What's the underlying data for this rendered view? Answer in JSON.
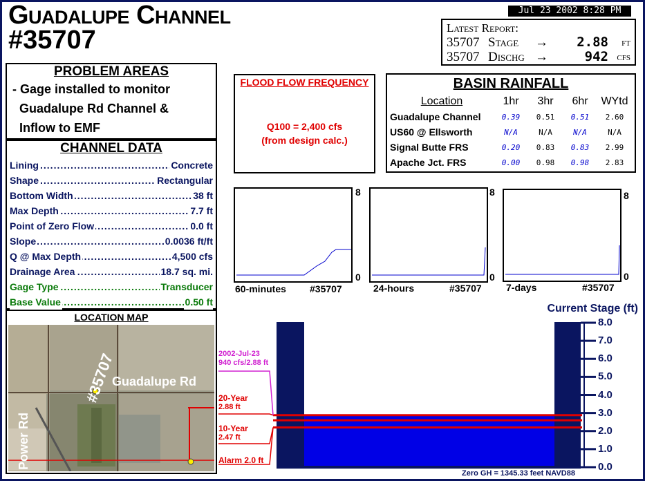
{
  "header": {
    "title_line1": "Guadalupe Channel",
    "title_line2": "#35707",
    "datetime": "Jul 23 2002  8:28 PM"
  },
  "latest_report": {
    "heading": "Latest Report:",
    "stage": {
      "id": "35707",
      "label": "Stage",
      "arrow": "→",
      "value": "2.88",
      "unit": "FT"
    },
    "discharge": {
      "id": "35707",
      "label": "Dischg",
      "arrow": "→",
      "value": "942",
      "unit": "CFS"
    }
  },
  "problem_areas": {
    "heading": "PROBLEM AREAS",
    "line1": "- Gage installed to monitor",
    "line2": "Guadalupe Rd Channel &",
    "line3": "Inflow to EMF"
  },
  "channel_data": {
    "heading": "CHANNEL DATA",
    "rows": [
      {
        "key": "Lining",
        "value": "Concrete"
      },
      {
        "key": "Shape",
        "value": "Rectangular"
      },
      {
        "key": "Bottom Width",
        "value": "38 ft"
      },
      {
        "key": "Max Depth",
        "value": "7.7 ft"
      },
      {
        "key": "Point of Zero Flow",
        "value": "0.0 ft"
      },
      {
        "key": "Slope",
        "value": "0.0036 ft/ft"
      },
      {
        "key": "Q @ Max Depth",
        "value": "4,500 cfs"
      },
      {
        "key": "Drainage Area",
        "value": "18.7 sq. mi."
      },
      {
        "key": "Gage Type",
        "value": "Transducer"
      },
      {
        "key": "Base Value",
        "value": "0.50 ft"
      }
    ],
    "dots": "..................................................................."
  },
  "location_map": {
    "heading": "LOCATION MAP",
    "label_station": "#35707",
    "label_road1": "Guadalupe Rd",
    "label_road2": "Power Rd"
  },
  "flood_frequency": {
    "heading": "FLOOD FLOW FREQUENCY",
    "line1": "Q100 = 2,400 cfs",
    "line2": "(from design calc.)"
  },
  "basin_rainfall": {
    "heading": "BASIN RAINFALL",
    "columns": [
      "Location",
      "1hr",
      "3hr",
      "6hr",
      "WYtd"
    ],
    "rows": [
      {
        "location": "Guadalupe Channel",
        "h1": "0.39",
        "h3": "0.51",
        "h6": "0.51",
        "wytd": "2.60"
      },
      {
        "location": "US60 @ Ellsworth",
        "h1": "N/A",
        "h3": "N/A",
        "h6": "N/A",
        "wytd": "N/A"
      },
      {
        "location": "Signal Butte FRS",
        "h1": "0.20",
        "h3": "0.83",
        "h6": "0.83",
        "wytd": "2.99"
      },
      {
        "location": "Apache Jct. FRS",
        "h1": "0.00",
        "h3": "0.98",
        "h6": "0.98",
        "wytd": "2.83"
      }
    ]
  },
  "mini_charts": [
    {
      "label": "60-minutes",
      "station": "#35707",
      "ymax": "8",
      "ymin": "0"
    },
    {
      "label": "24-hours",
      "station": "#35707",
      "ymax": "8",
      "ymin": "0"
    },
    {
      "label": "7-days",
      "station": "#35707",
      "ymax": "8",
      "ymin": "0"
    }
  ],
  "stage_gauge": {
    "title": "Current Stage (ft)",
    "ticks": [
      "8.0",
      "7.0",
      "6.0",
      "5.0",
      "4.0",
      "3.0",
      "2.0",
      "1.0",
      "0.0"
    ],
    "current_stage": 2.88,
    "max": 8.0,
    "annotations": {
      "current_date": "2002-Jul-23",
      "current_val": "940 cfs/2.88 ft",
      "year20": "20-Year",
      "year20_val": "2.88 ft",
      "year10": "10-Year",
      "year10_val": "2.47 ft",
      "alarm": "Alarm 2.0 ft"
    },
    "datum": "Zero GH = 1345.33 feet NAVD88"
  },
  "colors": {
    "navy": "#0a1560",
    "water": "#0000e6",
    "red": "#e00000",
    "magenta": "#d020d0",
    "green": "#0a7a0a"
  }
}
